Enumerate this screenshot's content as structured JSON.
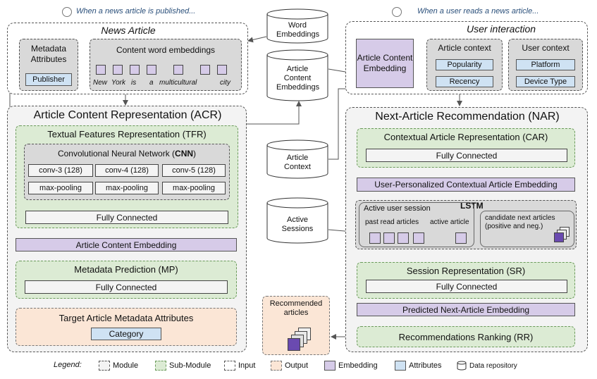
{
  "notes": {
    "left": "When a news article is published...",
    "right": "When a user reads a news article..."
  },
  "news_article": {
    "title": "News Article",
    "metadata_title": "Metadata Attributes",
    "publisher": "Publisher",
    "content_title": "Content word embeddings",
    "words": [
      "New",
      "York",
      "is",
      "a",
      "multicultural",
      "city",
      ", ..."
    ]
  },
  "repositories": {
    "word": "Word Embeddings",
    "article_content": "Article Content Embeddings",
    "article_context": "Article Context",
    "active_sessions": "Active Sessions"
  },
  "acr": {
    "title": "Article Content Representation (ACR)",
    "tfr_title": "Textual Features Representation (TFR)",
    "cnn_title_prefix": "Convolutional Neural Network (",
    "cnn_title_bold": "CNN",
    "cnn_title_suffix": ")",
    "convs": [
      "conv-3 (128)",
      "conv-4 (128)",
      "conv-5 (128)"
    ],
    "pool": "max-pooling",
    "fc": "Fully Connected",
    "embedding": "Article Content Embedding",
    "mp_title": "Metadata Prediction (MP)",
    "mp_fc": "Fully Connected",
    "target_title": "Target Article Metadata Attributes",
    "category": "Category"
  },
  "user_interaction": {
    "title": "User interaction",
    "ace": "Article Content Embedding",
    "article_context_title": "Article context",
    "popularity": "Popularity",
    "recency": "Recency",
    "user_context_title": "User context",
    "platform": "Platform",
    "device": "Device Type"
  },
  "nar": {
    "title": "Next-Article Recommendation (NAR)",
    "car_title": "Contextual Article Representation (CAR)",
    "car_fc": "Fully Connected",
    "upcae": "User-Personalized Contextual Article Embedding",
    "lstm": "LSTM",
    "active_session": "Active user session",
    "past_read": "past read articles",
    "active_article": "active article",
    "candidate": "candidate next articles (positive and neg.)",
    "sr_title": "Session Representation (SR)",
    "sr_fc": "Fully Connected",
    "pnae": "Predicted Next-Article Embedding",
    "rr": "Recommendations Ranking (RR)"
  },
  "recommended": "Recommended articles",
  "legend": {
    "title": "Legend:",
    "module": "Module",
    "submodule": "Sub-Module",
    "input": "Input",
    "output": "Output",
    "embedding": "Embedding",
    "attributes": "Attributes",
    "repo": "Data repository"
  }
}
